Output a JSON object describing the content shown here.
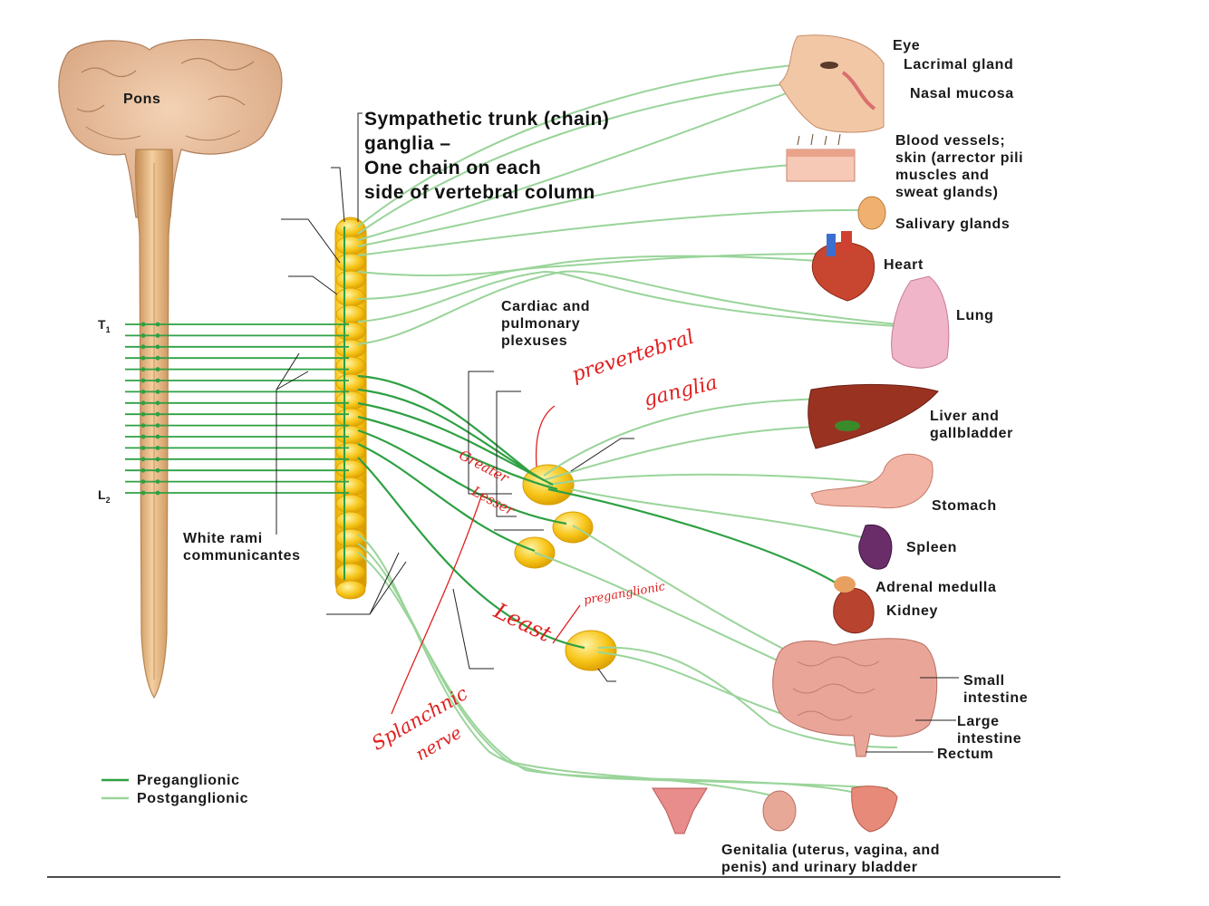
{
  "labels": {
    "pons": "Pons",
    "title": "Sympathetic trunk (chain)\nganglia –\nOne chain on each\nside of vertebral column",
    "t1": "T",
    "t1_sub": "1",
    "l2": "L",
    "l2_sub": "2",
    "white_rami": "White rami\ncommunicantes",
    "cardiac": "Cardiac and\npulmonary\nplexuses",
    "eye": "Eye",
    "lacrimal": "Lacrimal gland",
    "nasal": "Nasal mucosa",
    "blood_vessels": "Blood vessels;\nskin (arrector pili\nmuscles and\nsweat glands)",
    "salivary": "Salivary glands",
    "heart": "Heart",
    "lung": "Lung",
    "liver": "Liver and\ngallbladder",
    "stomach": "Stomach",
    "spleen": "Spleen",
    "adrenal": "Adrenal medulla",
    "kidney": "Kidney",
    "small_int": "Small\nintestine",
    "large_int": "Large\nintestine",
    "rectum": "Rectum",
    "genitalia": "Genitalia (uterus, vagina, and\npenis) and urinary bladder"
  },
  "legend": {
    "preganglionic": "Preganglionic",
    "postganglionic": "Postganglionic"
  },
  "annotations": {
    "prevertebral": "prevertebral",
    "ganglia": "ganglia",
    "greater": "Greater",
    "lesser": "Lesser",
    "least": "Least",
    "preganglionic": "preganglionic",
    "splanchnic": "Splanchnic",
    "nerve": "nerve"
  },
  "colors": {
    "preganglionic": "#2ea043",
    "postganglionic": "#9ad49a",
    "ganglion": "#f7c518",
    "spinal_cord": "#e8b77f",
    "annotation": "#e02020"
  }
}
